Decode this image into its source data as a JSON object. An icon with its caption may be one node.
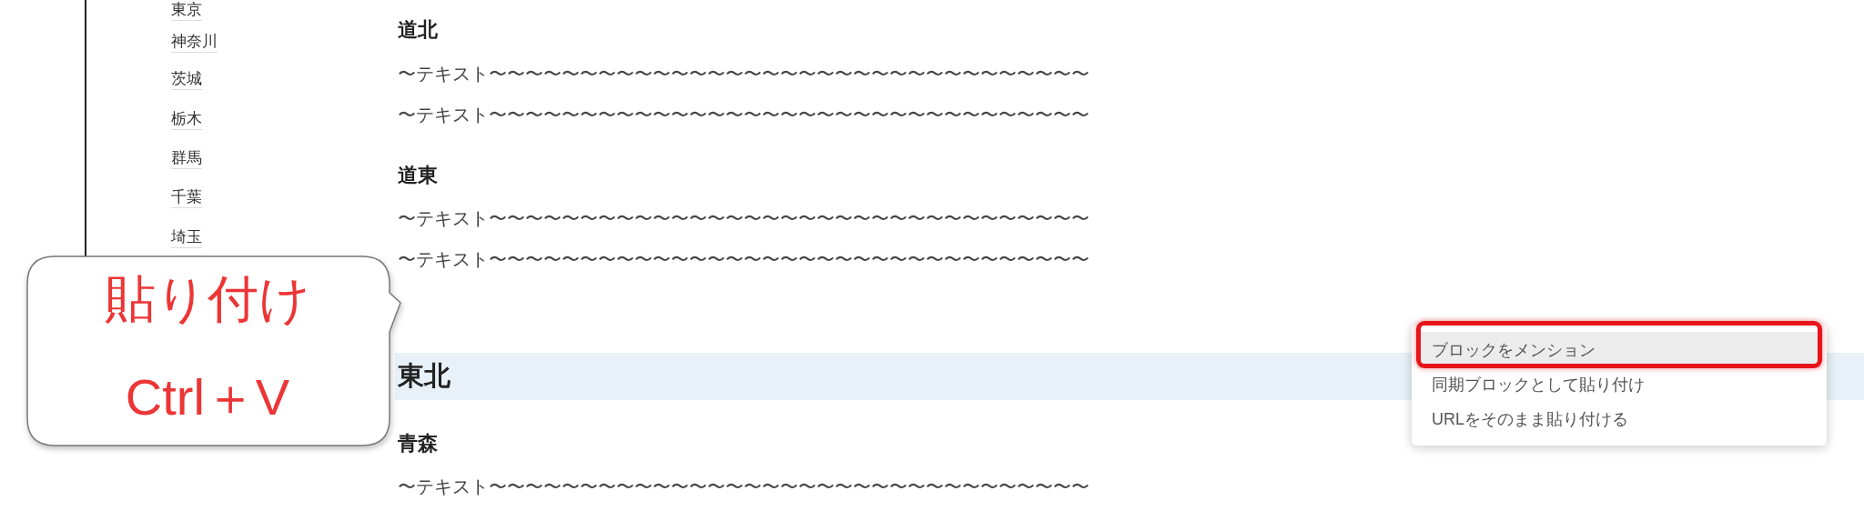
{
  "diagram": {
    "nodes": [
      {
        "text": [
          "貼り付け",
          "Ctrl＋V"
        ]
      },
      {
        "text": [
          "ブロックをメンション",
          "同期ブロックとして貼り付け",
          "URLをそのまま貼り付ける"
        ]
      }
    ],
    "labels": [
      "東京",
      "神奈川",
      "茨城",
      "栃木",
      "群馬",
      "千葉",
      "埼玉",
      "道北",
      "〜テキスト〜〜〜〜〜〜〜〜〜〜〜〜〜〜〜〜〜〜〜〜〜〜〜〜〜〜〜〜〜〜〜〜〜",
      "〜テキスト〜〜〜〜〜〜〜〜〜〜〜〜〜〜〜〜〜〜〜〜〜〜〜〜〜〜〜〜〜〜〜〜〜",
      "道東",
      "〜テキスト〜〜〜〜〜〜〜〜〜〜〜〜〜〜〜〜〜〜〜〜〜〜〜〜〜〜〜〜〜〜〜〜〜",
      "〜テキスト〜〜〜〜〜〜〜〜〜〜〜〜〜〜〜〜〜〜〜〜〜〜〜〜〜〜〜〜〜〜〜〜〜",
      "東北",
      "青森",
      "〜テキスト〜〜〜〜〜〜〜〜〜〜〜〜〜〜〜〜〜〜〜〜〜〜〜〜〜〜〜〜〜〜〜〜〜"
    ]
  }
}
